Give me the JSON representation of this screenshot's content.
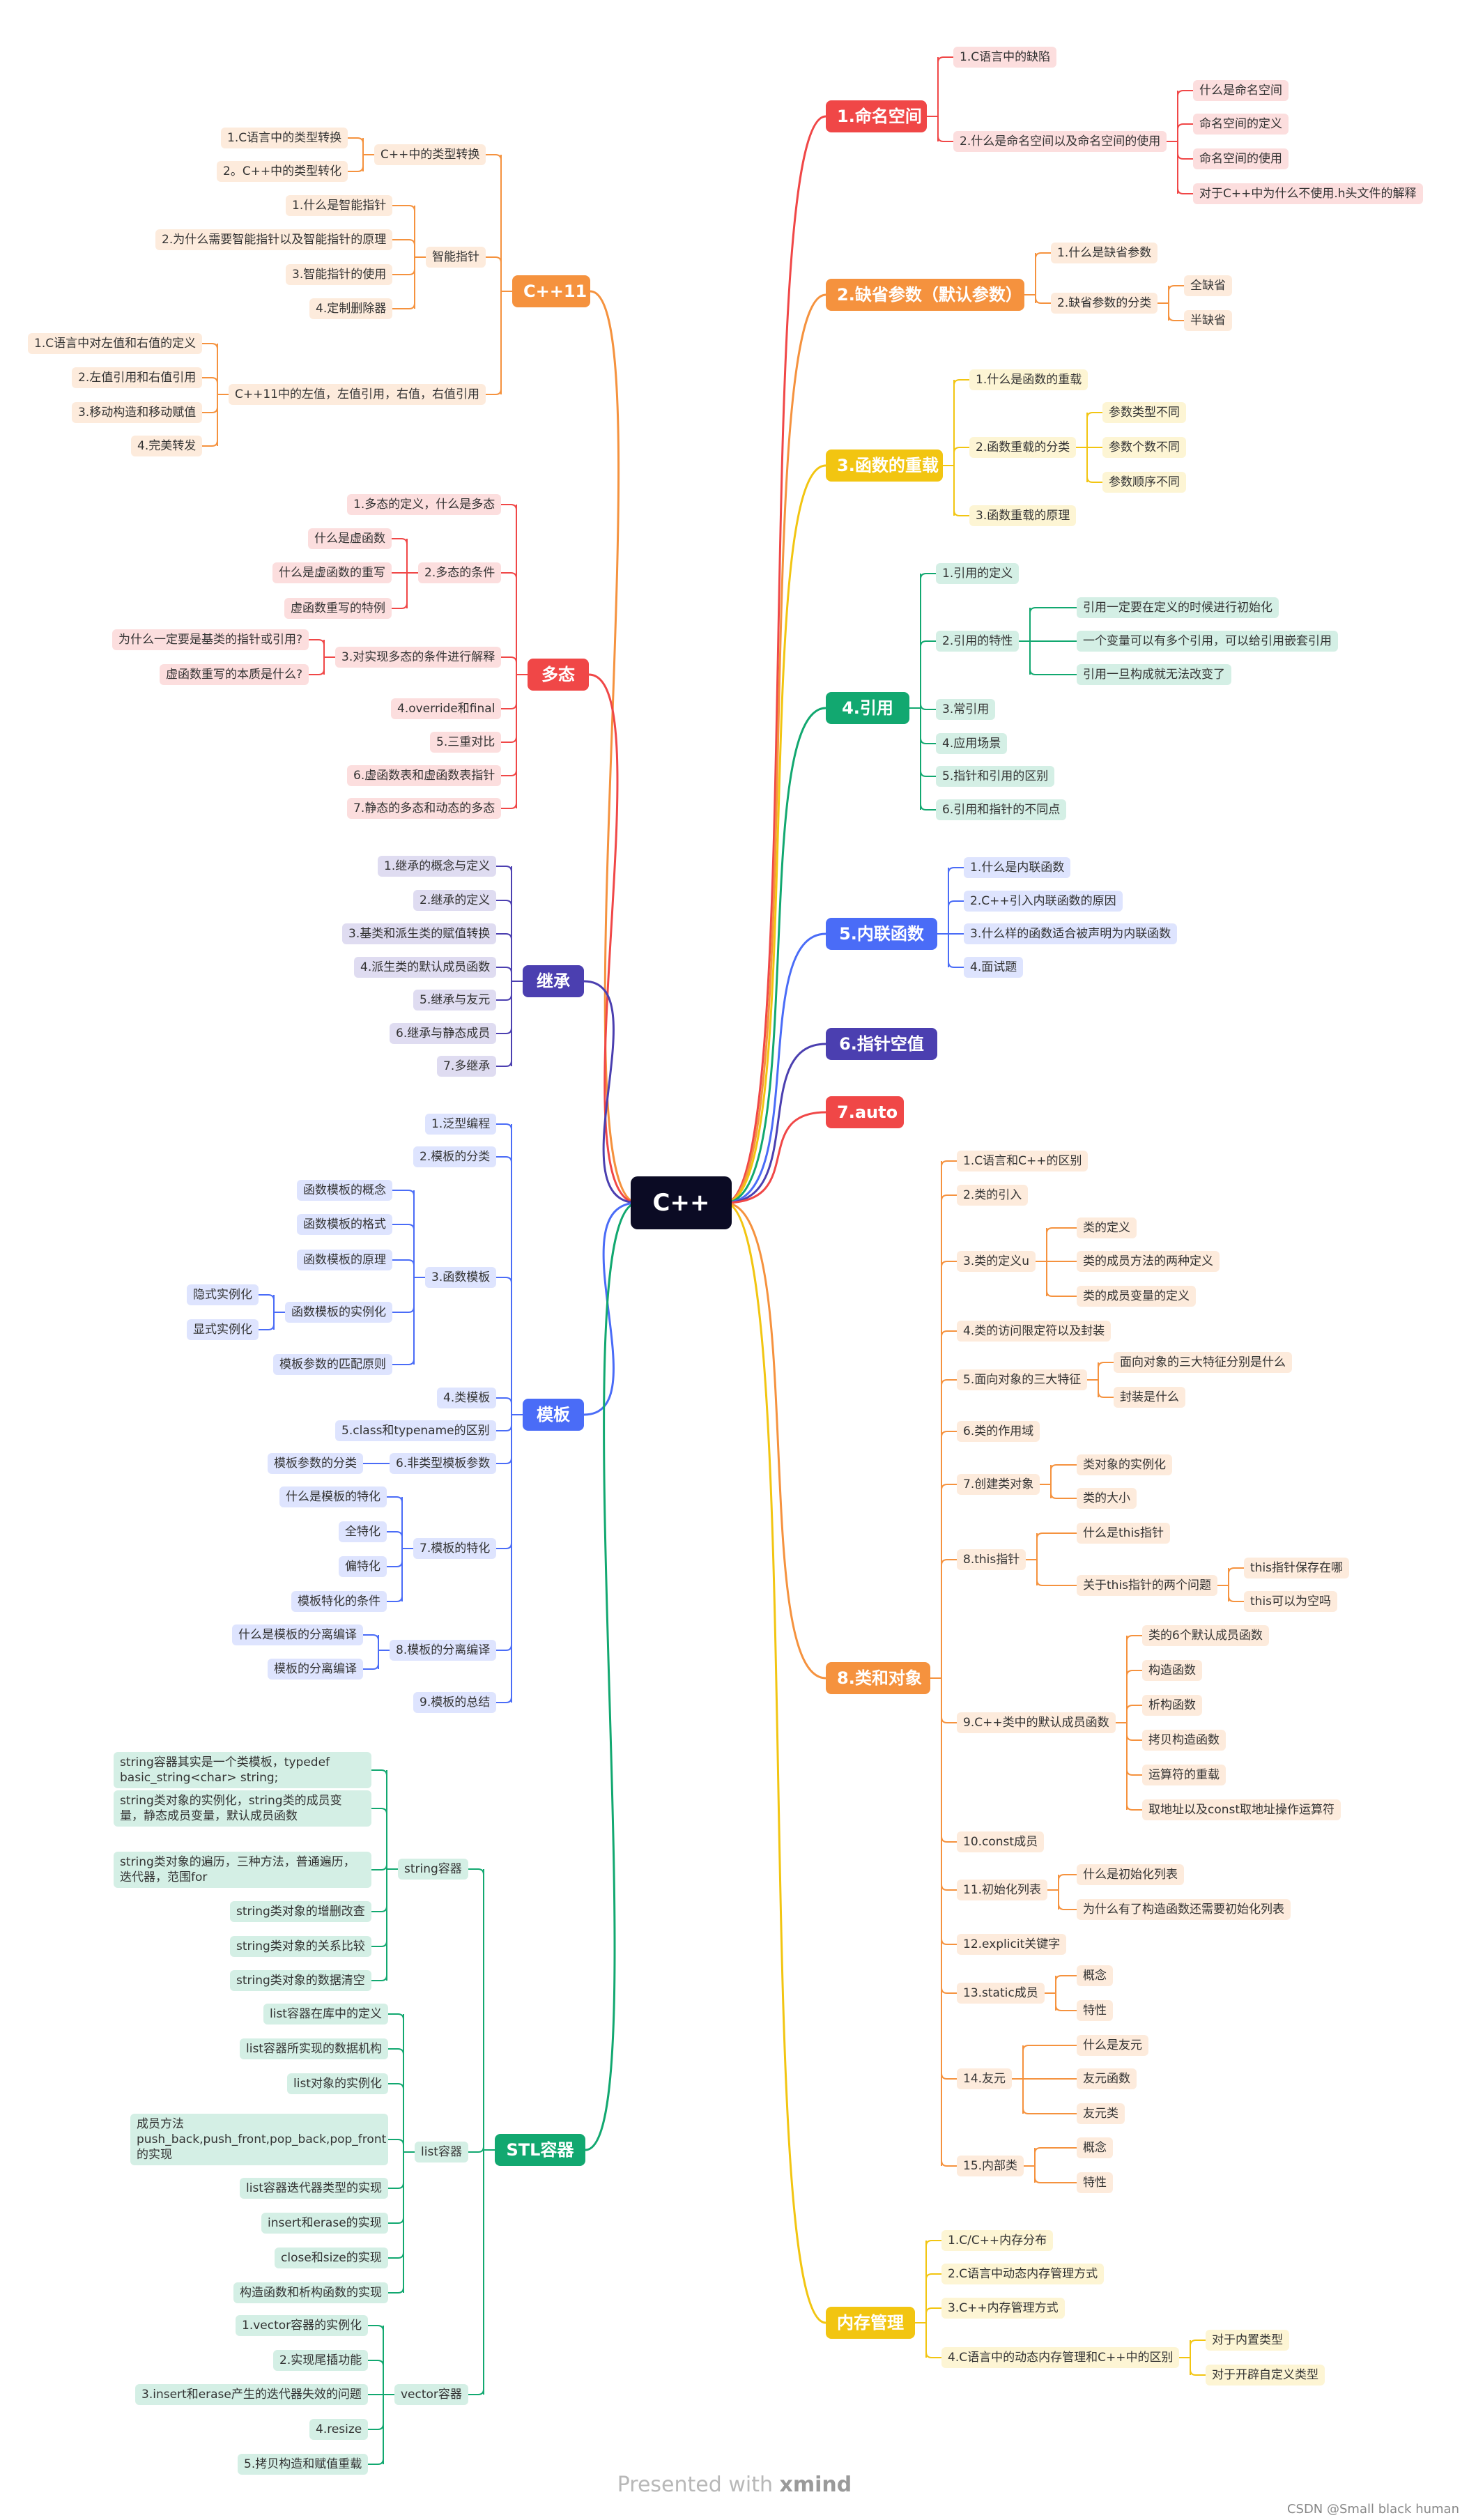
{
  "root": "C++",
  "footer": {
    "presented": "Presented with",
    "brand": "xmind",
    "credit": "CSDN @Small black human"
  },
  "colors": {
    "ns": "#f04747",
    "def": "#f5923e",
    "ovl": "#f2c511",
    "ref": "#12a870",
    "inl": "#4a6cf7",
    "ptr": "#4b3fb0",
    "auto": "#f04747",
    "cls": "#f5923e",
    "mem": "#f2c511",
    "cpp11": "#f5923e",
    "poly": "#f04747",
    "inh": "#4b3fb0",
    "tpl": "#4a6cf7",
    "stl": "#12a870"
  },
  "right": [
    {
      "label": "1.命名空间",
      "color": "ns",
      "children": [
        {
          "label": "1.C语言中的缺陷"
        },
        {
          "label": "2.什么是命名空间以及命名空间的使用",
          "children": [
            {
              "label": "什么是命名空间"
            },
            {
              "label": "命名空间的定义"
            },
            {
              "label": "命名空间的使用"
            },
            {
              "label": "对于C++中为什么不使用.h头文件的解释"
            }
          ]
        }
      ]
    },
    {
      "label": "2.缺省参数（默认参数）",
      "color": "def",
      "children": [
        {
          "label": "1.什么是缺省参数"
        },
        {
          "label": "2.缺省参数的分类",
          "children": [
            {
              "label": "全缺省"
            },
            {
              "label": "半缺省"
            }
          ]
        }
      ]
    },
    {
      "label": "3.函数的重载",
      "color": "ovl",
      "children": [
        {
          "label": "1.什么是函数的重载"
        },
        {
          "label": "2.函数重载的分类",
          "children": [
            {
              "label": "参数类型不同"
            },
            {
              "label": "参数个数不同"
            },
            {
              "label": "参数顺序不同"
            }
          ]
        },
        {
          "label": "3.函数重载的原理"
        }
      ]
    },
    {
      "label": "4.引用",
      "color": "ref",
      "children": [
        {
          "label": "1.引用的定义"
        },
        {
          "label": "2.引用的特性",
          "children": [
            {
              "label": "引用一定要在定义的时候进行初始化"
            },
            {
              "label": "一个变量可以有多个引用，可以给引用嵌套引用"
            },
            {
              "label": "引用一旦构成就无法改变了"
            }
          ]
        },
        {
          "label": "3.常引用"
        },
        {
          "label": "4.应用场景"
        },
        {
          "label": "5.指针和引用的区别"
        },
        {
          "label": "6.引用和指针的不同点"
        }
      ]
    },
    {
      "label": "5.内联函数",
      "color": "inl",
      "children": [
        {
          "label": "1.什么是内联函数"
        },
        {
          "label": "2.C++引入内联函数的原因"
        },
        {
          "label": "3.什么样的函数适合被声明为内联函数"
        },
        {
          "label": "4.面试题"
        }
      ]
    },
    {
      "label": "6.指针空值",
      "color": "ptr",
      "children": []
    },
    {
      "label": "7.auto",
      "color": "auto",
      "children": []
    },
    {
      "label": "8.类和对象",
      "color": "cls",
      "children": [
        {
          "label": "1.C语言和C++的区别"
        },
        {
          "label": "2.类的引入"
        },
        {
          "label": "3.类的定义u",
          "children": [
            {
              "label": "类的定义"
            },
            {
              "label": "类的成员方法的两种定义"
            },
            {
              "label": "类的成员变量的定义"
            }
          ]
        },
        {
          "label": "4.类的访问限定符以及封装"
        },
        {
          "label": "5.面向对象的三大特征",
          "children": [
            {
              "label": "面向对象的三大特征分别是什么"
            },
            {
              "label": "封装是什么"
            }
          ]
        },
        {
          "label": "6.类的作用域"
        },
        {
          "label": "7.创建类对象",
          "children": [
            {
              "label": "类对象的实例化"
            },
            {
              "label": "类的大小"
            }
          ]
        },
        {
          "label": "8.this指针",
          "children": [
            {
              "label": "什么是this指针"
            },
            {
              "label": "关于this指针的两个问题",
              "children": [
                {
                  "label": "this指针保存在哪"
                },
                {
                  "label": "this可以为空吗"
                }
              ]
            }
          ]
        },
        {
          "label": "9.C++类中的默认成员函数",
          "children": [
            {
              "label": "类的6个默认成员函数"
            },
            {
              "label": "构造函数"
            },
            {
              "label": "析构函数"
            },
            {
              "label": "拷贝构造函数"
            },
            {
              "label": "运算符的重载"
            },
            {
              "label": "取地址以及const取地址操作运算符"
            }
          ]
        },
        {
          "label": "10.const成员"
        },
        {
          "label": "11.初始化列表",
          "children": [
            {
              "label": "什么是初始化列表"
            },
            {
              "label": "为什么有了构造函数还需要初始化列表"
            }
          ]
        },
        {
          "label": "12.explicit关键字"
        },
        {
          "label": "13.static成员",
          "children": [
            {
              "label": "概念"
            },
            {
              "label": "特性"
            }
          ]
        },
        {
          "label": "14.友元",
          "children": [
            {
              "label": "什么是友元"
            },
            {
              "label": "友元函数"
            },
            {
              "label": "友元类"
            }
          ]
        },
        {
          "label": "15.内部类",
          "children": [
            {
              "label": "概念"
            },
            {
              "label": "特性"
            }
          ]
        }
      ]
    },
    {
      "label": "内存管理",
      "color": "mem",
      "children": [
        {
          "label": "1.C/C++内存分布"
        },
        {
          "label": "2.C语言中动态内存管理方式"
        },
        {
          "label": "3.C++内存管理方式"
        },
        {
          "label": "4.C语言中的动态内存管理和C++中的区别",
          "children": [
            {
              "label": "对于内置类型"
            },
            {
              "label": "对于开辟自定义类型"
            }
          ]
        }
      ]
    }
  ],
  "left": [
    {
      "label": "C++11",
      "color": "cpp11",
      "children": [
        {
          "label": "C++中的类型转换",
          "children": [
            {
              "label": "1.C语言中的类型转换"
            },
            {
              "label": "2。C++中的类型转化"
            }
          ]
        },
        {
          "label": "智能指针",
          "children": [
            {
              "label": "1.什么是智能指针"
            },
            {
              "label": "2.为什么需要智能指针以及智能指针的原理"
            },
            {
              "label": "3.智能指针的使用"
            },
            {
              "label": "4.定制删除器"
            }
          ]
        },
        {
          "label": "C++11中的左值，左值引用，右值，右值引用",
          "children": [
            {
              "label": "1.C语言中对左值和右值的定义"
            },
            {
              "label": "2.左值引用和右值引用"
            },
            {
              "label": "3.移动构造和移动赋值"
            },
            {
              "label": "4.完美转发"
            }
          ]
        }
      ]
    },
    {
      "label": "多态",
      "color": "poly",
      "children": [
        {
          "label": "1.多态的定义，什么是多态"
        },
        {
          "label": "2.多态的条件",
          "children": [
            {
              "label": "什么是虚函数"
            },
            {
              "label": "什么是虚函数的重写"
            },
            {
              "label": "虚函数重写的特例"
            }
          ]
        },
        {
          "label": "3.对实现多态的条件进行解释",
          "children": [
            {
              "label": "为什么一定要是基类的指针或引用?"
            },
            {
              "label": "虚函数重写的本质是什么?"
            }
          ]
        },
        {
          "label": "4.override和final"
        },
        {
          "label": "5.三重对比"
        },
        {
          "label": "6.虚函数表和虚函数表指针"
        },
        {
          "label": "7.静态的多态和动态的多态"
        }
      ]
    },
    {
      "label": "继承",
      "color": "inh",
      "children": [
        {
          "label": "1.继承的概念与定义"
        },
        {
          "label": "2.继承的定义"
        },
        {
          "label": "3.基类和派生类的赋值转换"
        },
        {
          "label": "4.派生类的默认成员函数"
        },
        {
          "label": "5.继承与友元"
        },
        {
          "label": "6.继承与静态成员"
        },
        {
          "label": "7.多继承"
        }
      ]
    },
    {
      "label": "模板",
      "color": "tpl",
      "children": [
        {
          "label": "1.泛型编程"
        },
        {
          "label": "2.模板的分类"
        },
        {
          "label": "3.函数模板",
          "children": [
            {
              "label": "函数模板的概念"
            },
            {
              "label": "函数模板的格式"
            },
            {
              "label": "函数模板的原理"
            },
            {
              "label": "函数模板的实例化",
              "children": [
                {
                  "label": "隐式实例化"
                },
                {
                  "label": "显式实例化"
                }
              ]
            },
            {
              "label": "模板参数的匹配原则"
            }
          ]
        },
        {
          "label": "4.类模板"
        },
        {
          "label": "5.class和typename的区别"
        },
        {
          "label": "6.非类型模板参数",
          "children": [
            {
              "label": "模板参数的分类"
            }
          ]
        },
        {
          "label": "7.模板的特化",
          "children": [
            {
              "label": "什么是模板的特化"
            },
            {
              "label": "全特化"
            },
            {
              "label": "偏特化"
            },
            {
              "label": "模板特化的条件"
            }
          ]
        },
        {
          "label": "8.模板的分离编译",
          "children": [
            {
              "label": "什么是模板的分离编译"
            },
            {
              "label": "模板的分离编译"
            }
          ]
        },
        {
          "label": "9.模板的总结"
        }
      ]
    },
    {
      "label": "STL容器",
      "color": "stl",
      "children": [
        {
          "label": "string容器",
          "children": [
            {
              "label": "string容器其实是一个类模板，typedef basic_string<char> string;",
              "multi": true
            },
            {
              "label": "string类对象的实例化，string类的成员变量，静态成员变量，默认成员函数",
              "multi": true
            },
            {
              "label": "string类对象的遍历，三种方法，普通遍历，迭代器，范围for",
              "multi": true
            },
            {
              "label": "string类对象的增删改查"
            },
            {
              "label": "string类对象的关系比较"
            },
            {
              "label": "string类对象的数据清空"
            }
          ]
        },
        {
          "label": "list容器",
          "children": [
            {
              "label": "list容器在库中的定义"
            },
            {
              "label": "list容器所实现的数据机构"
            },
            {
              "label": "list对象的实例化"
            },
            {
              "label": "成员方法 push_back,push_front,pop_back,pop_front的实现",
              "multi": true
            },
            {
              "label": "list容器迭代器类型的实现"
            },
            {
              "label": "insert和erase的实现"
            },
            {
              "label": "close和size的实现"
            },
            {
              "label": "构造函数和析构函数的实现"
            }
          ]
        },
        {
          "label": "vector容器",
          "children": [
            {
              "label": "1.vector容器的实例化"
            },
            {
              "label": "2.实现尾插功能"
            },
            {
              "label": "3.insert和erase产生的迭代器失效的问题"
            },
            {
              "label": "4.resize"
            },
            {
              "label": "5.拷贝构造和赋值重载"
            }
          ]
        }
      ]
    }
  ]
}
